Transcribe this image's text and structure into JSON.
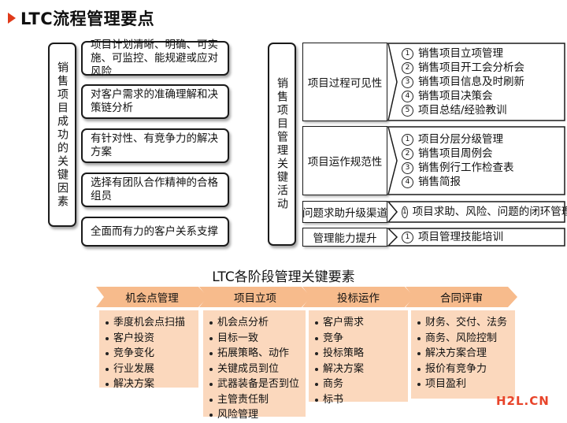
{
  "title": "LTC流程管理要点",
  "left": {
    "label": "销售项目成功的关键因素",
    "factors": [
      "项目计划清晰、明确、可实施、可监控、能规避或应对风险",
      "对客户需求的准确理解和决策链分析",
      "有针对性、有竞争力的解决方案",
      "选择有团队合作精神的合格组员",
      "全面而有力的客户关系支撑"
    ]
  },
  "middle": {
    "label": "销售项目管理关键活动",
    "groups": [
      {
        "name": "项目过程可见性",
        "items": [
          "销售项目立项管理",
          "销售项目开工会分析会",
          "销售项目信息及时刷新",
          "销售项目决策会",
          "项目总结/经验教训"
        ]
      },
      {
        "name": "项目运作规范性",
        "items": [
          "项目分层分级管理",
          "销售项目周例会",
          "销售例行工作检查表",
          "销售简报"
        ]
      },
      {
        "name": "问题求助升级渠道",
        "items": [
          "项目求助、风险、问题的闭环管理"
        ]
      },
      {
        "name": "管理能力提升",
        "items": [
          "项目管理技能培训"
        ]
      }
    ]
  },
  "number_glyphs": [
    "1",
    "2",
    "3",
    "4",
    "5"
  ],
  "bottom": {
    "title": "LTC各阶段管理关键要素",
    "stages": [
      {
        "name": "机会点管理",
        "items": [
          "季度机会点扫描",
          "客户投资",
          "竞争变化",
          "行业发展",
          "解决方案"
        ]
      },
      {
        "name": "项目立项",
        "items": [
          "机会点分析",
          "目标一致",
          "拓展策略、动作",
          "关键成员到位",
          "武器装备是否到位",
          "主管责任制",
          "风险管理"
        ]
      },
      {
        "name": "投标运作",
        "items": [
          "客户需求",
          "竞争",
          "投标策略",
          "解决方案",
          "商务",
          "标书"
        ]
      },
      {
        "name": "合同评审",
        "items": [
          "财务、交付、法务",
          "商务、风险控制",
          "解决方案合理",
          "报价有竞争力",
          "项目盈利"
        ]
      }
    ]
  },
  "watermark": "H2L.CN",
  "colors": {
    "title_arrow": "#e03a1a",
    "chevron": "#f7bb8c",
    "column": "#fbd8bd",
    "watermark": "#e8442a"
  }
}
